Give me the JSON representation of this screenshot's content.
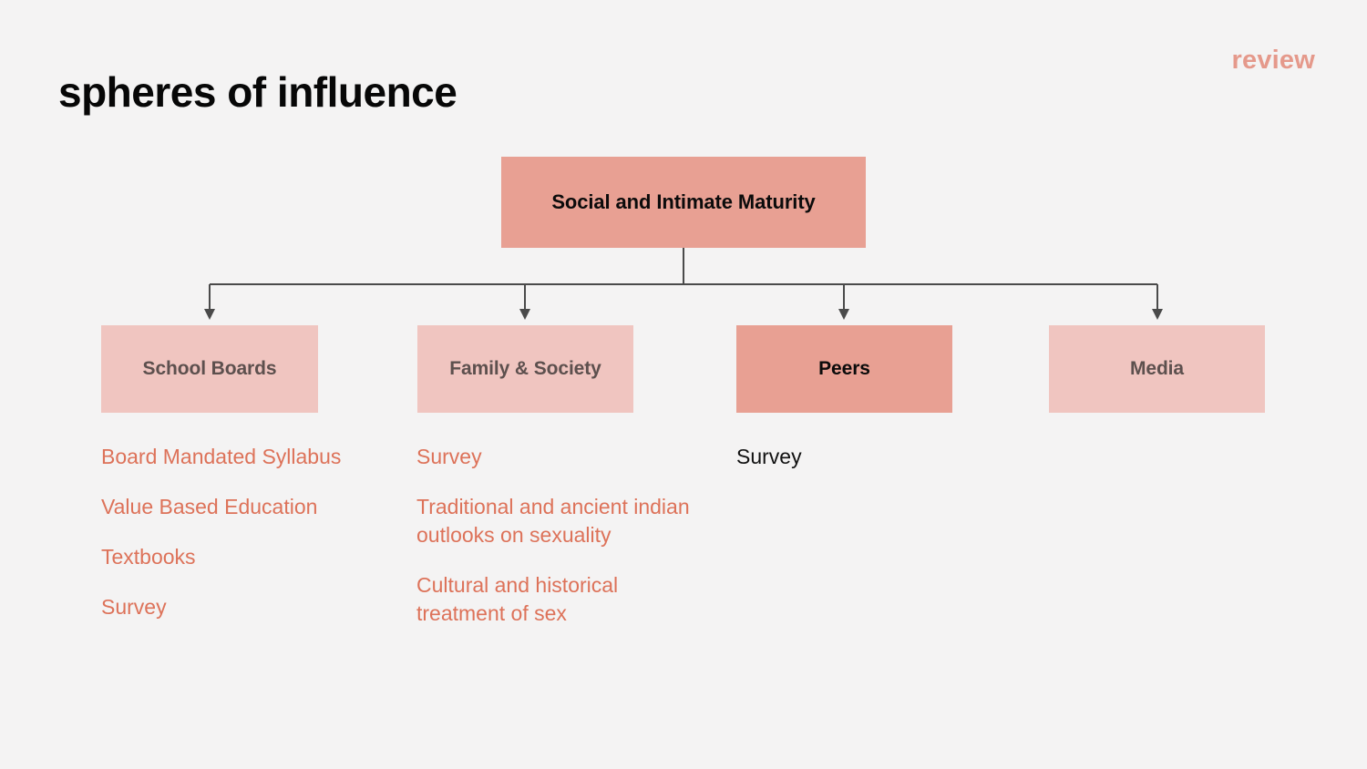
{
  "header": {
    "title": "spheres of influence",
    "tag": "review"
  },
  "colors": {
    "background": "#f4f3f3",
    "accent_strong": "#e8a093",
    "accent_light": "#f0c5c0",
    "accent_text": "#dd7259",
    "muted_text": "#5d504e",
    "dark_text": "#0b0b0b",
    "connector": "#4a4a4a"
  },
  "diagram": {
    "root": {
      "label": "Social and Intimate Maturity",
      "tone": "strong"
    },
    "children": [
      {
        "label": "School Boards",
        "tone": "light",
        "items": [
          "Board Mandated Syllabus",
          "Value Based Education",
          "Textbooks",
          "Survey"
        ]
      },
      {
        "label": "Family & Society",
        "tone": "light",
        "items": [
          "Survey",
          "Traditional and ancient indian outlooks on sexuality",
          "Cultural and historical treatment of sex"
        ]
      },
      {
        "label": "Peers",
        "tone": "strong",
        "items": [
          "Survey"
        ]
      },
      {
        "label": "Media",
        "tone": "light",
        "items": []
      }
    ]
  }
}
